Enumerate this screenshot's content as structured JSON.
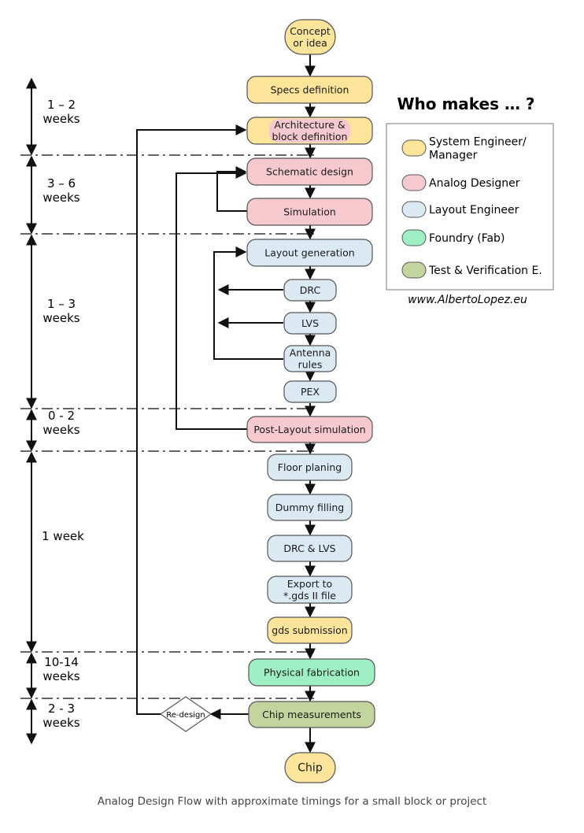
{
  "colors": {
    "system": "#fce59b",
    "analog": "#f6c9cf",
    "layout": "#dbe9f2",
    "foundry": "#9ef0c4",
    "test": "#c3d49f",
    "stroke": "#555555",
    "arrow": "#111111"
  },
  "nodes": {
    "concept": "Concept\nor idea",
    "specs": "Specs definition",
    "architecture": "Architecture &\nblock definition",
    "schematic": "Schematic design",
    "simulation": "Simulation",
    "layout_gen": "Layout generation",
    "drc": "DRC",
    "lvs": "LVS",
    "antenna": "Antenna\nrules",
    "pex": "PEX",
    "post_layout": "Post-Layout simulation",
    "floor": "Floor planing",
    "dummy": "Dummy filling",
    "drc_lvs": "DRC & LVS",
    "export": "Export to\n*.gds II file",
    "gds": "gds submission",
    "fab": "Physical fabrication",
    "chip_meas": "Chip measurements",
    "chip": "Chip",
    "redesign": "Re-design"
  },
  "timeline": [
    "1 – 2\nweeks",
    "3 – 6\nweeks",
    "1 – 3\nweeks",
    "0 - 2\nweeks",
    "1 week",
    "10-14\nweeks",
    "2 - 3\nweeks"
  ],
  "legend": {
    "title": "Who makes … ?",
    "items": [
      {
        "label": "System Engineer/\nManager",
        "color": "#fce59b"
      },
      {
        "label": "Analog Designer",
        "color": "#f6c9cf"
      },
      {
        "label": "Layout Engineer",
        "color": "#dbe9f2"
      },
      {
        "label": "Foundry (Fab)",
        "color": "#9ef0c4"
      },
      {
        "label": "Test & Verification E.",
        "color": "#c3d49f"
      }
    ],
    "website": "www.AlbertoLopez.eu"
  },
  "caption": "Analog Design Flow with approximate timings for a small block or project"
}
